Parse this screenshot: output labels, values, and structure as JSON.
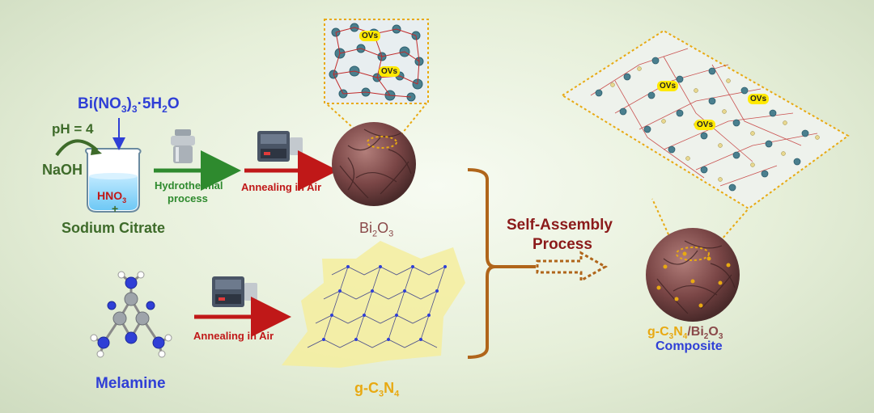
{
  "labels": {
    "precursor": "Bi(NO",
    "precursor_sub3": "3",
    "precursor_mid": ")",
    "precursor_sub3b": "3",
    "precursor_tail": "·5H",
    "precursor_sub2": "2",
    "precursor_o": "O",
    "ph": "pH = 4",
    "naoh": "NaOH",
    "hno3": "HNO",
    "hno3_sub": "3",
    "plus": "+",
    "sodium_citrate": "Sodium Citrate",
    "hydrothermal_1": "Hydrothermal",
    "hydrothermal_2": "process",
    "annealing_top": "Annealing in Air",
    "annealing_bottom": "Annealing in Air",
    "bi2o3_a": "Bi",
    "bi2o3_sub2": "2",
    "bi2o3_b": "O",
    "bi2o3_sub3": "3",
    "self_assembly_1": "Self-Assembly",
    "self_assembly_2": "Process",
    "melamine": "Melamine",
    "gc3n4_a": "g-C",
    "gc3n4_sub3": "3",
    "gc3n4_b": "N",
    "gc3n4_sub4": "4",
    "comp_a": "g-C",
    "comp_sub3": "3",
    "comp_b": "N",
    "comp_sub4": "4",
    "comp_slash": "/Bi",
    "comp_sub2": "2",
    "comp_c": "O",
    "comp_sub3b": "3",
    "composite": "Composite",
    "ovs": "OVs"
  },
  "colors": {
    "blue_label": "#2f3fd6",
    "green_arrow": "#2e8a2e",
    "red_arrow": "#c01818",
    "bracket": "#b0651a",
    "sphere": "#7a4a4a",
    "gold": "#e8a912",
    "lattice_atom": "#4a7f8e"
  }
}
